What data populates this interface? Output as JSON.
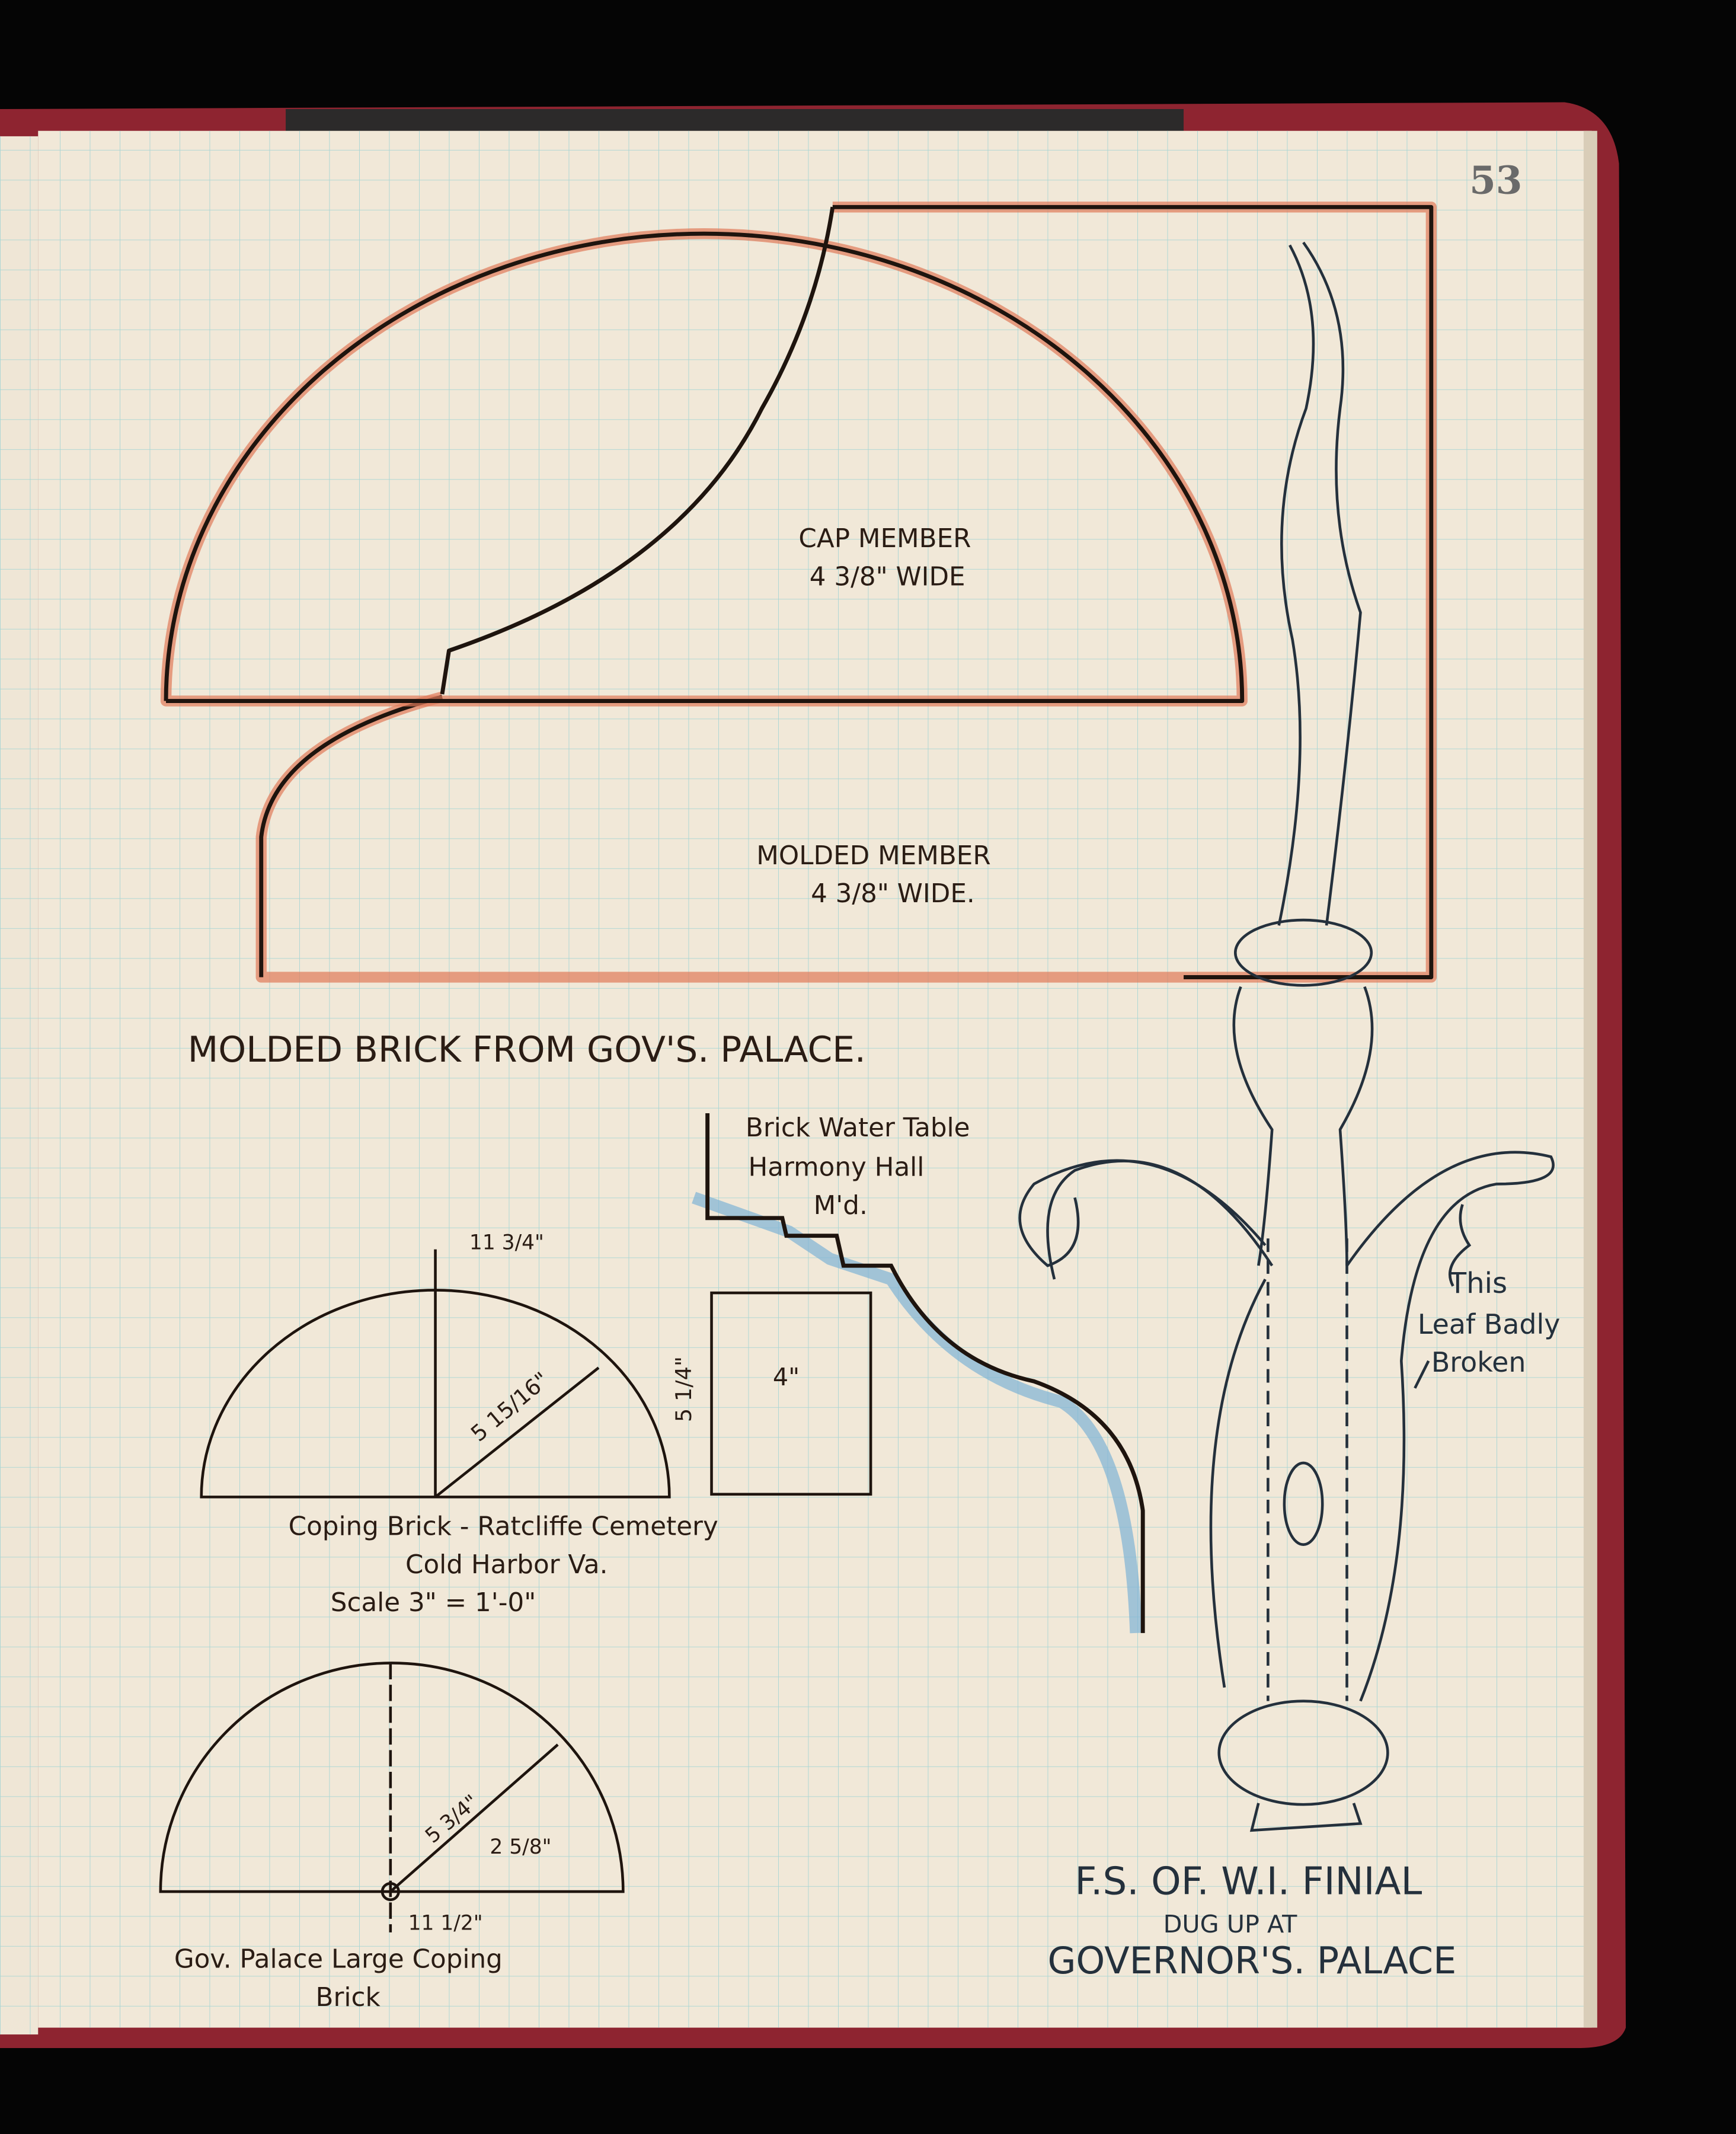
{
  "page": {
    "page_number": "53",
    "colors": {
      "paper": "#f1e8d8",
      "grid": "#a9d6d4",
      "ink": "#2a1c14",
      "red_pencil": "#e07a5a",
      "blue_pencil": "#7fb4d6",
      "cover": "#8e2430"
    }
  },
  "molded_brick": {
    "cap_label": "CAP MEMBER",
    "cap_width": "4 3/8\" WIDE",
    "molded_label": "MOLDED MEMBER",
    "molded_width": "4 3/8\" WIDE.",
    "title": "MOLDED BRICK FROM GOV'S. PALACE."
  },
  "water_table": {
    "line1": "Brick Water Table",
    "line2": "Harmony Hall",
    "line3": "M'd.",
    "dimension_width": "4\"",
    "dimension_height": "5 1/4\""
  },
  "coping_ratcliffe": {
    "span": "11 3/4\"",
    "radius": "5 15/16\"",
    "line1": "Coping Brick - Ratcliffe Cemetery",
    "line2": "Cold Harbor  Va.",
    "line3": "Scale  3\" = 1'-0\""
  },
  "coping_palace": {
    "radius": "5 3/4\"",
    "height": "2 5/8\"",
    "span": "11 1/2\"",
    "line1": "Gov. Palace  Large Coping",
    "line2": "Brick"
  },
  "finial": {
    "note1": "This",
    "note2": "Leaf Badly",
    "note3": "Broken",
    "title1": "F.S. OF. W.I. FINIAL",
    "title2": "DUG UP  AT",
    "title3": "GOVERNOR'S. PALACE"
  }
}
